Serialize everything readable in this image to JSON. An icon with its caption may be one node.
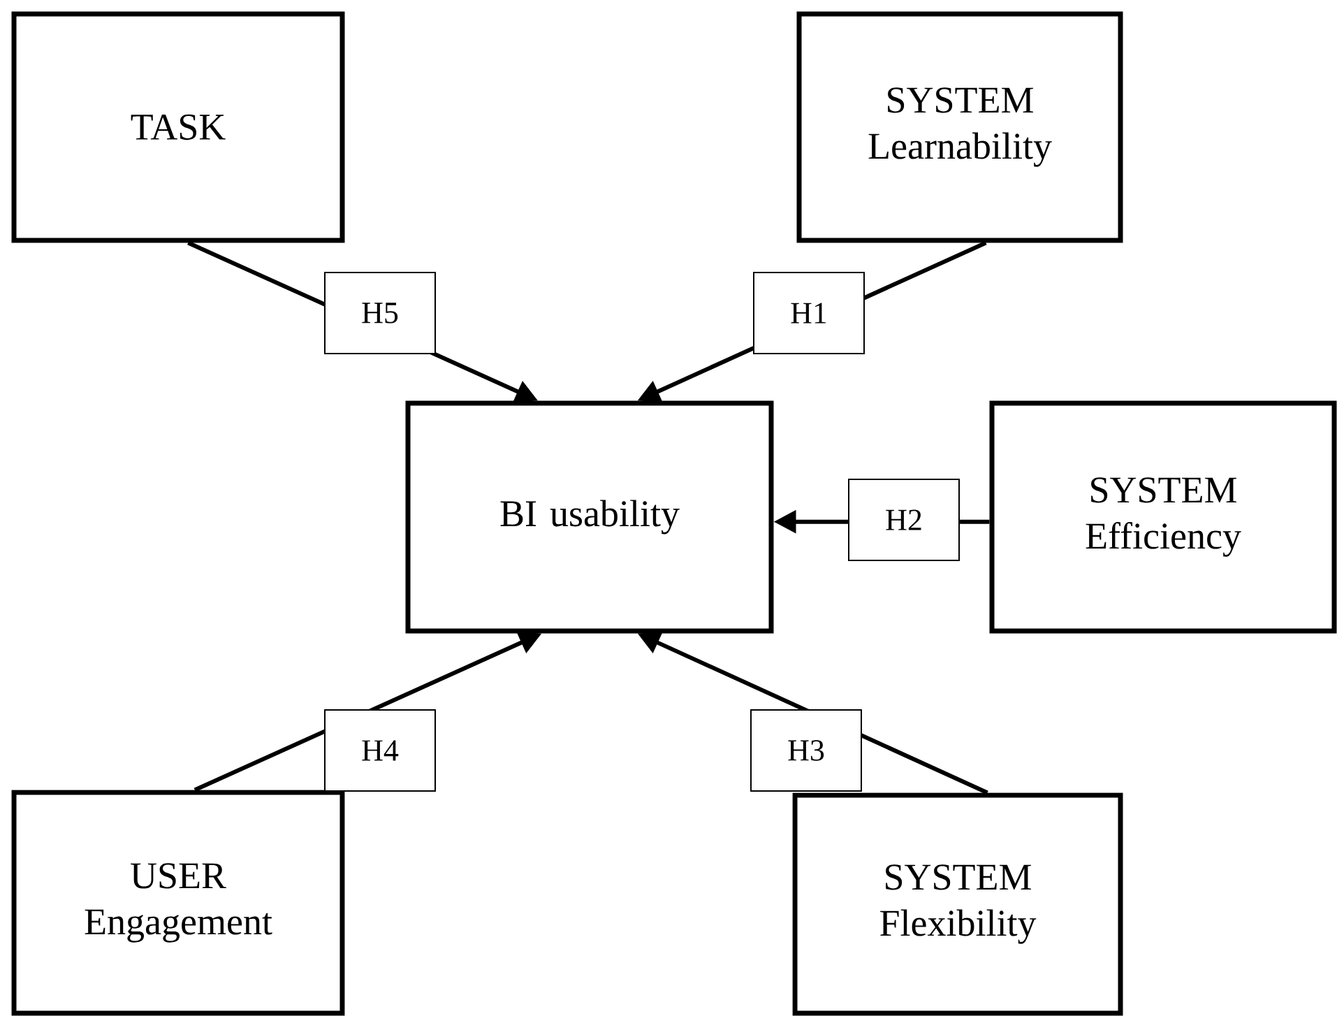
{
  "diagram": {
    "nodes": [
      {
        "text": [
          "TASK"
        ]
      },
      {
        "text": [
          "SYSTEM Learnability"
        ]
      },
      {
        "text": [
          "BI usability"
        ]
      },
      {
        "text": [
          "SYSTEM Efficiency"
        ]
      },
      {
        "text": [
          "USER Engagement"
        ]
      },
      {
        "text": [
          "SYSTEM Flexibility"
        ]
      }
    ],
    "edges": [
      {
        "from": 0,
        "to": 2,
        "arrow": "to",
        "label": "H5"
      },
      {
        "from": 1,
        "to": 2,
        "arrow": "to",
        "label": "H1"
      },
      {
        "from": 3,
        "to": 2,
        "arrow": "to",
        "label": "H2"
      },
      {
        "from": 4,
        "to": 2,
        "arrow": "to",
        "label": "H4"
      },
      {
        "from": 5,
        "to": 2,
        "arrow": "to",
        "label": "H3"
      }
    ]
  }
}
